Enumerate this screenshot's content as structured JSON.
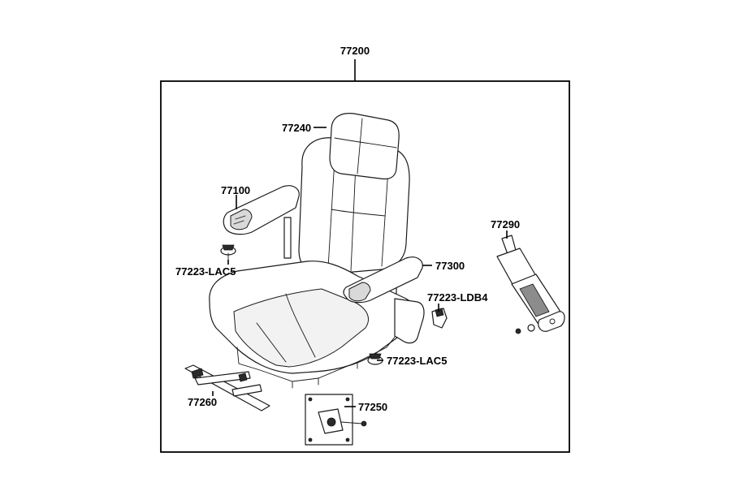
{
  "assembly": {
    "number": "77200"
  },
  "callouts": {
    "headrest": "77240",
    "armrest_left": "77100",
    "armrest_right": "77300",
    "knob_left": "77223-LAC5",
    "knob_lower": "77223-LAC5",
    "lever": "77223-LDB4",
    "seat_belt": "77290",
    "slide_rail": "77260",
    "mount_plate": "77250"
  }
}
